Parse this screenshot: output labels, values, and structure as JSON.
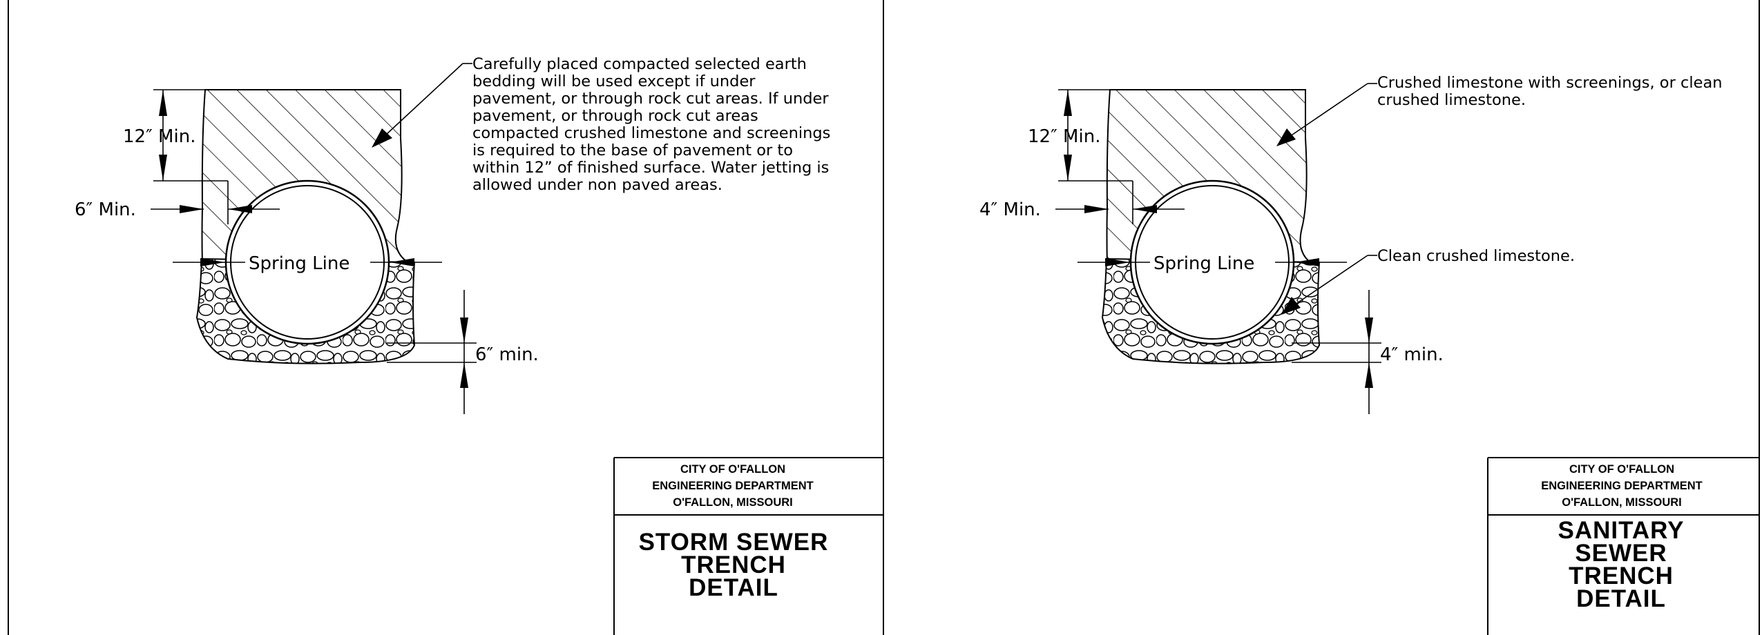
{
  "colors": {
    "line": "#000000",
    "background": "#ffffff"
  },
  "storm": {
    "dim_cover": "12″ Min.",
    "dim_side": "6″ Min.",
    "dim_bedding": "6″ min.",
    "spring_line": "Spring Line",
    "note_lines": [
      "Carefully placed compacted selected earth",
      "bedding will be used except if under",
      "pavement, or through rock cut areas. If under",
      "pavement, or through rock cut areas",
      "compacted crushed limestone and screenings",
      "is required to the base of pavement or to",
      "within 12” of finished surface. Water jetting is",
      "allowed under non paved areas."
    ],
    "title_block": {
      "line1": "CITY OF O'FALLON",
      "line2": "ENGINEERING DEPARTMENT",
      "line3": "O'FALLON, MISSOURI",
      "title_lines": [
        "STORM SEWER",
        "TRENCH",
        "DETAIL"
      ]
    }
  },
  "sanitary": {
    "dim_cover": "12″ Min.",
    "dim_side": "4″ Min.",
    "dim_bedding": "4″ min.",
    "spring_line": "Spring Line",
    "note_backfill_lines": [
      "Crushed limestone with screenings, or clean",
      "crushed limestone."
    ],
    "note_bedding": "Clean crushed limestone.",
    "title_block": {
      "line1": "CITY OF O'FALLON",
      "line2": "ENGINEERING DEPARTMENT",
      "line3": "O'FALLON, MISSOURI",
      "title_lines": [
        "SANITARY",
        "SEWER",
        "TRENCH",
        "DETAIL"
      ]
    }
  }
}
